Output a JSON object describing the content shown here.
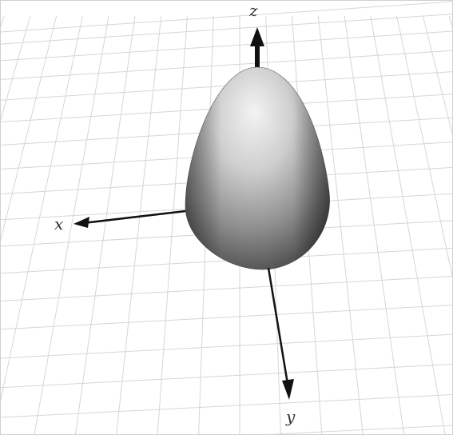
{
  "figure": {
    "description_free": true,
    "axes": {
      "x": {
        "label": "x"
      },
      "y": {
        "label": "y"
      },
      "z": {
        "label": "z"
      }
    },
    "colors": {
      "background": "#ffffff",
      "grid": "#d6d6d6",
      "axis": "#111111",
      "surface_light": "#f2f2f2",
      "surface_mid": "#a8a8a8",
      "surface_dark": "#4a4a4a"
    },
    "grid": true
  }
}
